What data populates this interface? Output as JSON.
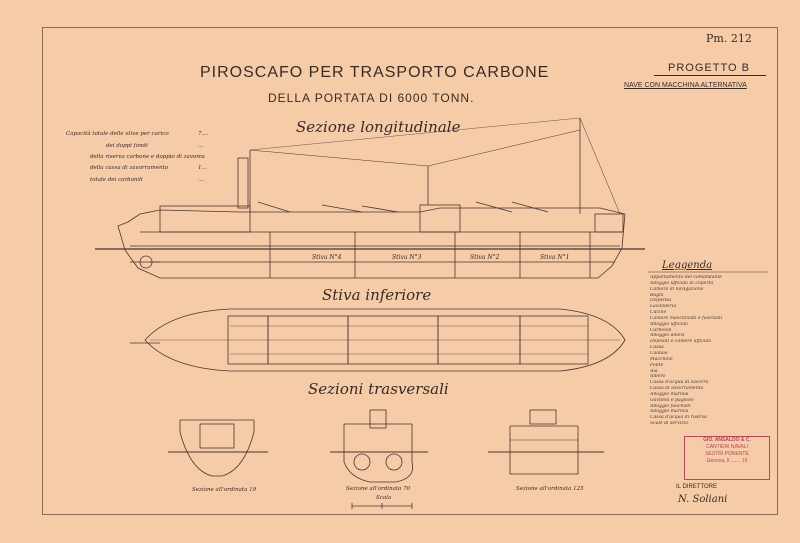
{
  "sheet": {
    "number": "Pm. 212",
    "title": "PIROSCAFO PER TRASPORTO CARBONE",
    "subtitle": "DELLA PORTATA DI 6000 TONN.",
    "project": "PROGETTO B",
    "project_note": "NAVE CON MACCHINA ALTERNATIVA"
  },
  "sections": {
    "longitudinal": "Sezione longitudinale",
    "hold": "Stiva inferiore",
    "transverse": "Sezioni trasversali"
  },
  "capacity_notes": [
    {
      "label": "Capacità totale delle stive per carico",
      "value": "7...."
    },
    {
      "label": "dei doppi fondi",
      "value": "..."
    },
    {
      "label": "della riserva carbone e doppio di zavorra",
      "value": "..."
    },
    {
      "label": "della cassa di zavorramento",
      "value": "1..."
    },
    {
      "label": "totale dei carbonili",
      "value": "...."
    }
  ],
  "hold_labels": [
    "Stiva N°4",
    "Stiva N°3",
    "Stiva N°2",
    "Stiva N°1"
  ],
  "transverse_captions": [
    "Sezione all'ordinata 19",
    "Sezione all'ordinata 70",
    "Sezione all'ordinata 125"
  ],
  "scale_label": "Scala",
  "legend": {
    "title": "Leggenda",
    "items": [
      "Appartamento del comandante",
      "Alloggio ufficiali di coperta",
      "Camera di navigazione",
      "Bagni",
      "Dispensa",
      "Lavanderia",
      "Cucine",
      "Camere macchinisti e fuochisti",
      "Alloggio ufficiali",
      "Carbonili",
      "Alloggio allievi",
      "Depositi e camere ufficiali",
      "Cassa",
      "Caldaie",
      "Macchine",
      "Ponte",
      "Aia",
      "Albero",
      "Cassa d'acqua di zavorra",
      "Cassa di zavorramento",
      "Alloggio marinai",
      "Gavitelli e pagliolo",
      "Alloggio fuochisti",
      "Alloggio marinai",
      "Cassa d'acqua di riserva",
      "Scale di servizio"
    ]
  },
  "stamp": {
    "line1": "GIO. ANSALDO & C.",
    "line2": "CANTIERI NAVALI",
    "line3": "SESTRI PONENTE",
    "line4": "Genova, lì ....... 19"
  },
  "signature": {
    "role": "IL DIRETTORE",
    "name": "N. Soliani"
  },
  "colors": {
    "paper": "#f5cca7",
    "ink": "#3a2a26",
    "stamp": "#b4475a"
  }
}
